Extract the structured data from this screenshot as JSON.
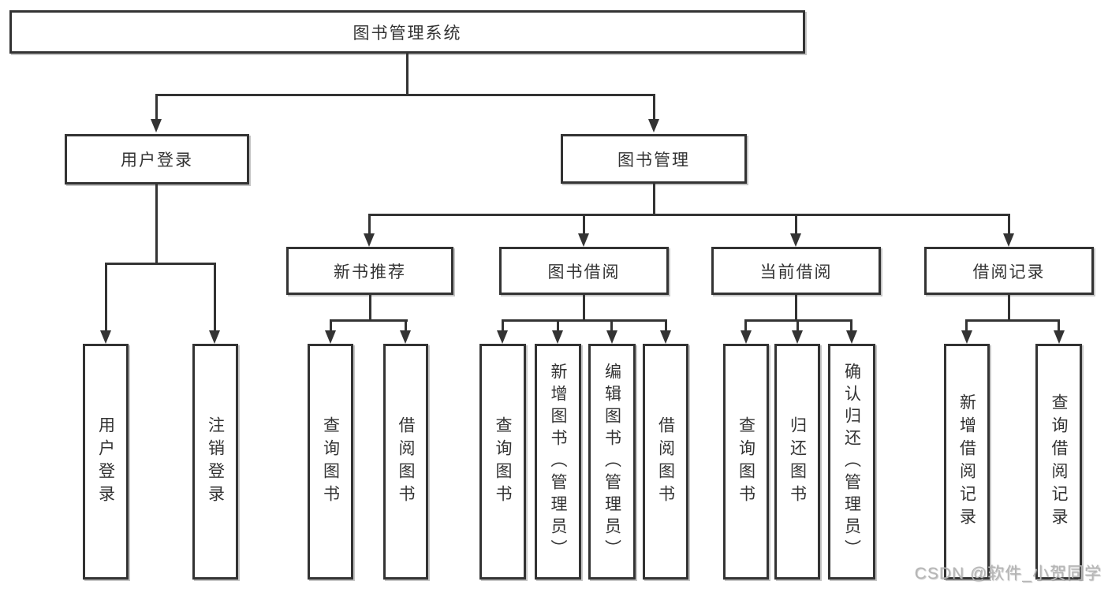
{
  "diagram_type": "hierarchy-flowchart",
  "colors": {
    "line": "#333333",
    "text": "#333333",
    "background": "#ffffff",
    "watermark_text": "#b5b5b5"
  },
  "nodes": {
    "root": "图书管理系统",
    "user_login": "用户登录",
    "book_management": "图书管理",
    "new_book_recommendation": "新书推荐",
    "book_borrowing": "图书借阅",
    "current_borrowing": "当前借阅",
    "borrowing_records": "借阅记录",
    "leaf_user_login": "用户登录",
    "leaf_logout": "注销登录",
    "leaf_query_books_1": "查询图书",
    "leaf_borrow_books_1": "借阅图书",
    "leaf_query_books_2": "查询图书",
    "leaf_add_books_admin": "新增图书（管理员）",
    "leaf_edit_books_admin": "编辑图书（管理员）",
    "leaf_borrow_books_2": "借阅图书",
    "leaf_query_books_3": "查询图书",
    "leaf_return_books": "归还图书",
    "leaf_confirm_return_admin": "确认归还（管理员）",
    "leaf_add_borrow_record": "新增借阅记录",
    "leaf_query_borrow_record": "查询借阅记录"
  },
  "hierarchy": {
    "图书管理系统": {
      "用户登录": [
        "用户登录",
        "注销登录"
      ],
      "图书管理": {
        "新书推荐": [
          "查询图书",
          "借阅图书"
        ],
        "图书借阅": [
          "查询图书",
          "新增图书（管理员）",
          "编辑图书（管理员）",
          "借阅图书"
        ],
        "当前借阅": [
          "查询图书",
          "归还图书",
          "确认归还（管理员）"
        ],
        "借阅记录": [
          "新增借阅记录",
          "查询借阅记录"
        ]
      }
    }
  },
  "watermark": "CSDN @软件_小贺同学"
}
